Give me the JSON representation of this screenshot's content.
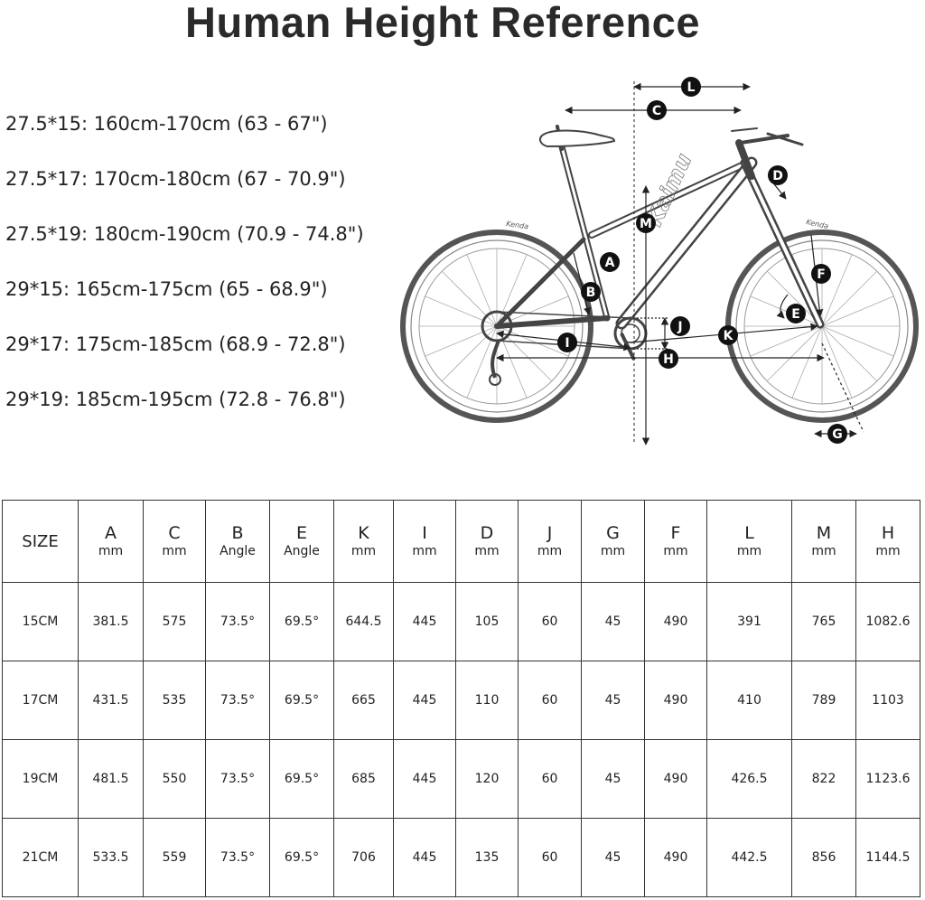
{
  "title": "Human Height Reference",
  "heights": [
    "27.5*15: 160cm-170cm (63 - 67\")",
    "27.5*17: 170cm-180cm (67 - 70.9\")",
    "27.5*19: 180cm-190cm (70.9  - 74.8\")",
    "29*15: 165cm-175cm (65 - 68.9\")",
    "29*17: 175cm-185cm (68.9 - 72.8\")",
    "29*19: 185cm-195cm (72.8 - 76.8\")"
  ],
  "diagram": {
    "frame_logo": "Kaimu",
    "tire_brand": "Kenda",
    "labels": {
      "L": "L",
      "C": "C",
      "D": "D",
      "M": "M",
      "A": "A",
      "B": "B",
      "F": "F",
      "E": "E",
      "J": "J",
      "K": "K",
      "I": "I",
      "H": "H",
      "G": "G"
    }
  },
  "table": {
    "size_header": "SIZE",
    "columns": [
      {
        "letter": "A",
        "unit": "mm"
      },
      {
        "letter": "C",
        "unit": "mm"
      },
      {
        "letter": "B",
        "unit": "Angle"
      },
      {
        "letter": "E",
        "unit": "Angle"
      },
      {
        "letter": "K",
        "unit": "mm"
      },
      {
        "letter": "I",
        "unit": "mm"
      },
      {
        "letter": "D",
        "unit": "mm"
      },
      {
        "letter": "J",
        "unit": "mm"
      },
      {
        "letter": "G",
        "unit": "mm"
      },
      {
        "letter": "F",
        "unit": "mm"
      },
      {
        "letter": "L",
        "unit": "mm"
      },
      {
        "letter": "M",
        "unit": "mm"
      },
      {
        "letter": "H",
        "unit": "mm"
      }
    ],
    "rows": [
      {
        "size": "15CM",
        "values": [
          "381.5",
          "575",
          "73.5°",
          "69.5°",
          "644.5",
          "445",
          "105",
          "60",
          "45",
          "490",
          "391",
          "765",
          "1082.6"
        ]
      },
      {
        "size": "17CM",
        "values": [
          "431.5",
          "535",
          "73.5°",
          "69.5°",
          "665",
          "445",
          "110",
          "60",
          "45",
          "490",
          "410",
          "789",
          "1103"
        ]
      },
      {
        "size": "19CM",
        "values": [
          "481.5",
          "550",
          "73.5°",
          "69.5°",
          "685",
          "445",
          "120",
          "60",
          "45",
          "490",
          "426.5",
          "822",
          "1123.6"
        ]
      },
      {
        "size": "21CM",
        "values": [
          "533.5",
          "559",
          "73.5°",
          "69.5°",
          "706",
          "445",
          "135",
          "60",
          "45",
          "490",
          "442.5",
          "856",
          "1144.5"
        ]
      }
    ]
  }
}
